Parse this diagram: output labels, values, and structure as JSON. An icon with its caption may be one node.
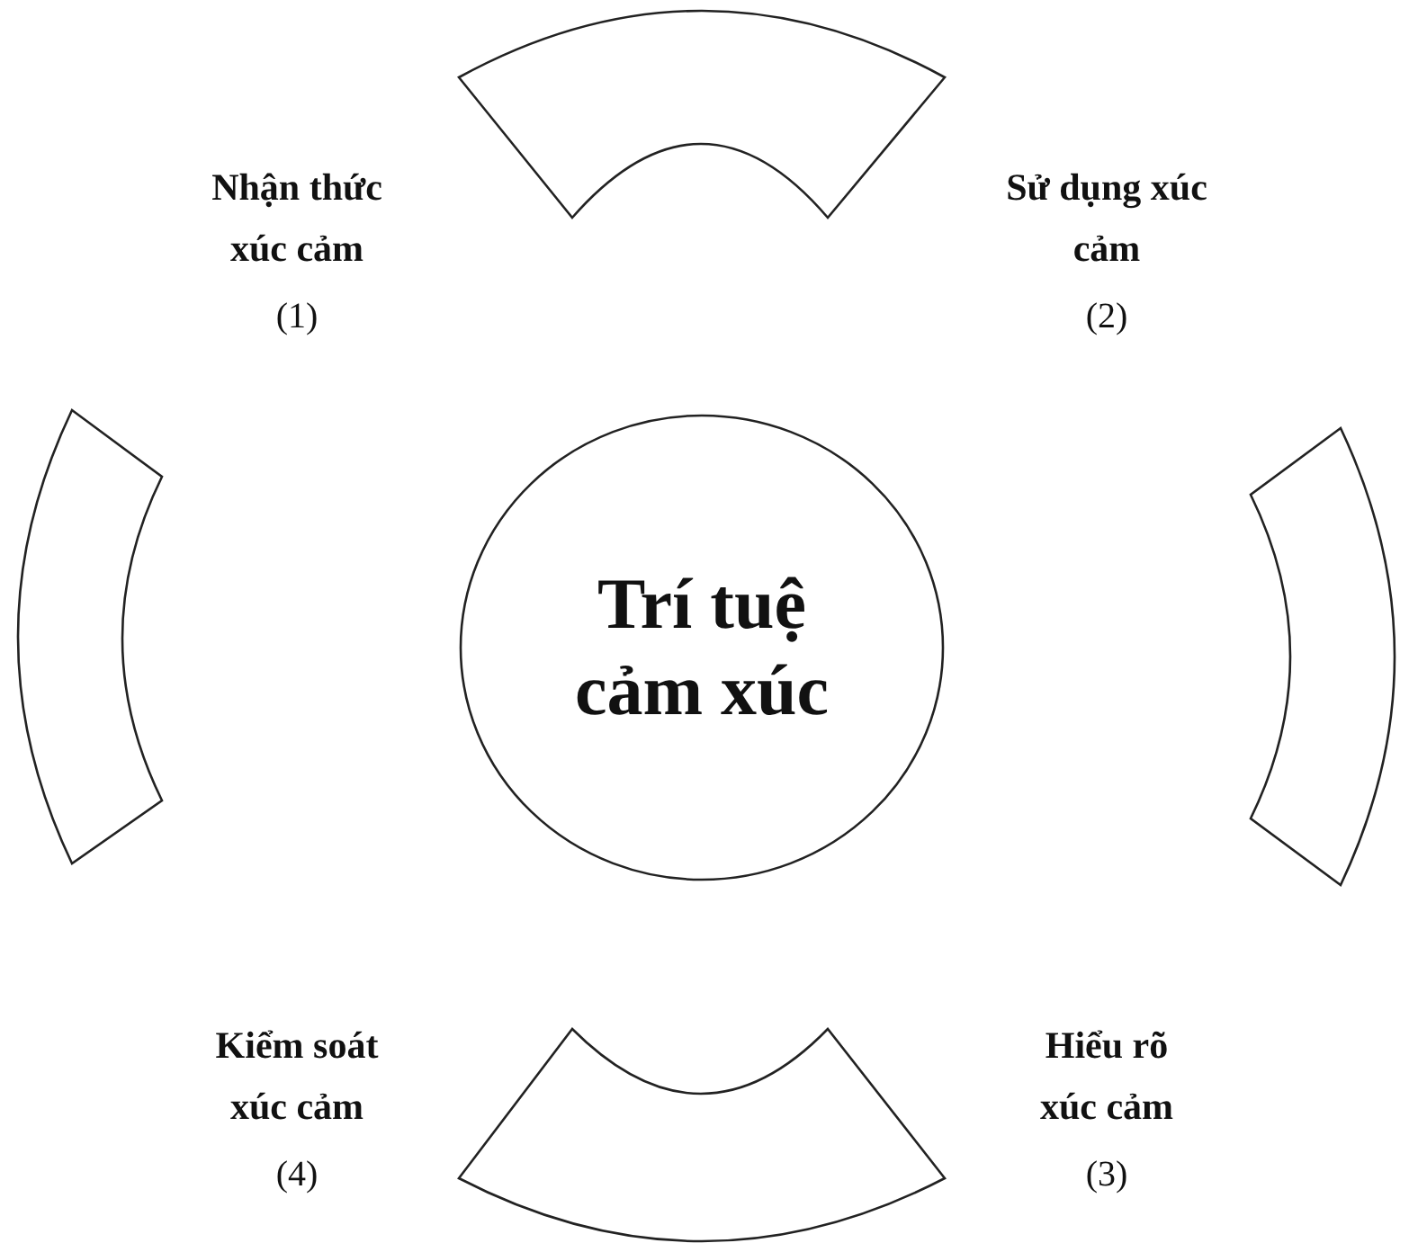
{
  "diagram": {
    "nodes": [
      {
        "text": [],
        "shape": "arc"
      },
      {
        "text": [],
        "shape": "arc"
      },
      {
        "text": [
          "Trí tuệ cảm xúc"
        ]
      },
      {
        "text": [],
        "shape": "arc"
      },
      {
        "text": [],
        "shape": "arc"
      }
    ],
    "labels": [
      "Nhận thức xúc cảm",
      "(1)",
      "Sử dụng xúc cảm",
      "(2)",
      "Kiểm soát xúc cảm",
      "(4)",
      "Hiểu rõ xúc cảm",
      "(3)"
    ]
  }
}
